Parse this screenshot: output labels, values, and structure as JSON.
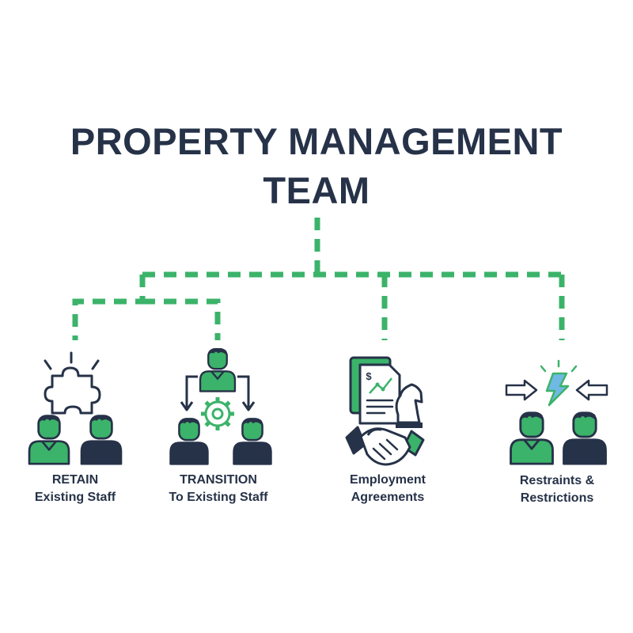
{
  "title": {
    "line1": "PROPERTY MANAGEMENT",
    "line2": "TEAM"
  },
  "colors": {
    "navy": "#263248",
    "green": "#3BB36A",
    "dark_green": "#1E8A50",
    "light_blue": "#6FB9E4",
    "background": "#ffffff"
  },
  "items": [
    {
      "line1": "RETAIN",
      "line2": "Existing Staff",
      "icon": "puzzle-piece-with-two-people-icon"
    },
    {
      "line1": "TRANSITION",
      "line2": "To Existing Staff",
      "icon": "person-transition-gear-icon"
    },
    {
      "line1": "Employment",
      "line2": "Agreements",
      "icon": "contract-handshake-chess-knight-icon"
    },
    {
      "line1": "Restraints &",
      "line2": "Restrictions",
      "icon": "arrows-lightning-two-people-icon"
    }
  ]
}
